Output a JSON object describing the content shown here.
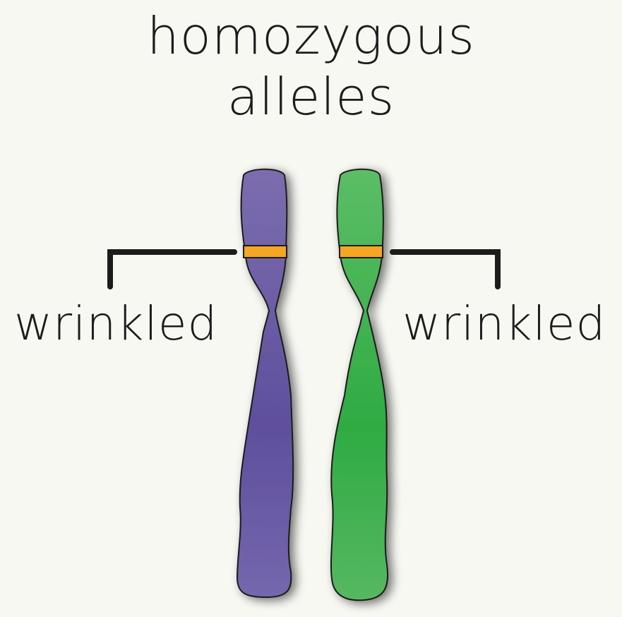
{
  "title": {
    "line1": "homozygous",
    "line2": "alleles"
  },
  "labels": {
    "left": "wrinkled",
    "right": "wrinkled"
  },
  "colors": {
    "background": "#f8f8f3",
    "chromosome_left": "#6e5fa8",
    "chromosome_right": "#3fb04e",
    "allele_band": "#f5a623",
    "outline": "#1c1c1c"
  }
}
